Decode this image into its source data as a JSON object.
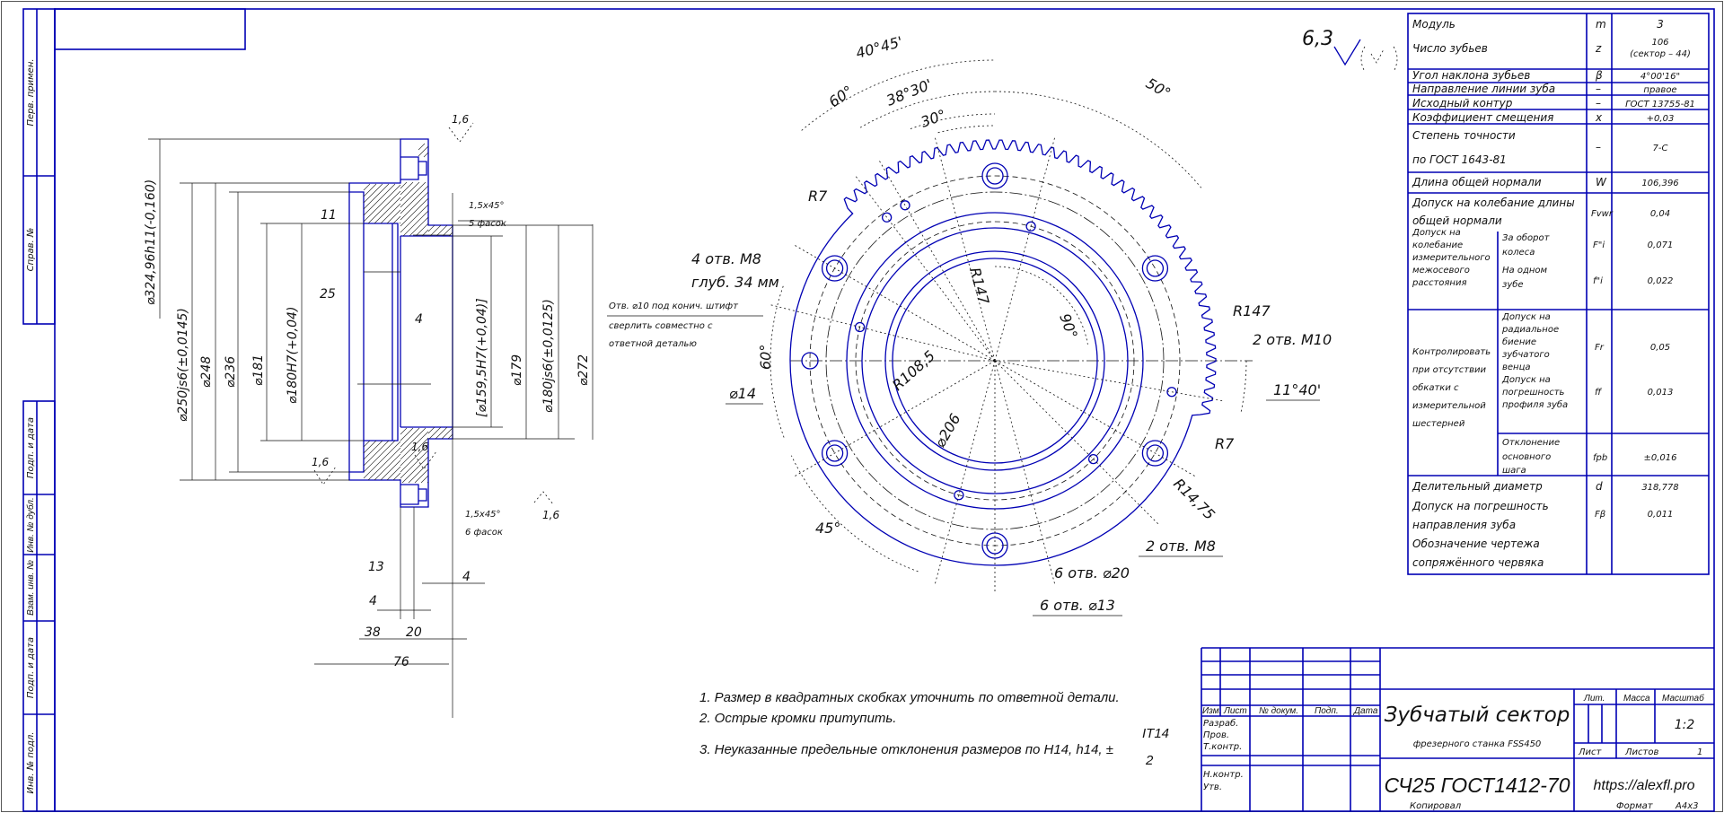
{
  "side_stamp": [
    "Перв. примен.",
    "Справ. №",
    "Подп. и дата",
    "Инв. № дубл.",
    "Взам. инв. №",
    "Подп. и дата",
    "Инв. № подл."
  ],
  "section_view": {
    "diameters": [
      "⌀324,96h11(-0,160)",
      "⌀250js6(±0,0145)",
      "⌀248",
      "⌀236",
      "⌀181",
      "⌀180H7(+0,04)",
      "[⌀159,5H7(+0,04)]",
      "⌀179",
      "⌀180js6(±0,0125)",
      "⌀272"
    ],
    "lengths": [
      "11",
      "25",
      "4",
      "13",
      "4",
      "4",
      "38",
      "20",
      "76"
    ],
    "chamfer_top": [
      "1,5x45°",
      "5 фасок"
    ],
    "chamfer_bottom": [
      "1,5x45°",
      "6 фасок"
    ],
    "roughness": [
      "1,6",
      "1,6",
      "1,6",
      "1,6"
    ]
  },
  "gear_view": {
    "angles": [
      "40°45'",
      "60°",
      "38°30'",
      "30°",
      "50°",
      "60°",
      "90°",
      "11°40'",
      "45°"
    ],
    "radii": [
      "R7",
      "R147",
      "R108,5",
      "⌀206",
      "R147",
      "R7",
      "R14,75",
      "⌀14"
    ],
    "callouts": {
      "m8_4": "4 отв. М8",
      "m8_4_depth": "глуб. 34 мм",
      "pin_line1": "Отв. ⌀10 под конич. штифт",
      "pin_line2": "сверлить совместно с",
      "pin_line3": "ответной деталью",
      "m10_2": "2 отв. М10",
      "m8_2": "2 отв. М8",
      "holes_20": "6 отв. ⌀20",
      "holes_13": "6 отв. ⌀13"
    }
  },
  "roughness_general": "6,3",
  "gear_table": {
    "rows": [
      {
        "name": "Модуль",
        "sym": "m",
        "val": "3"
      },
      {
        "name": "Число зубьев",
        "sym": "z",
        "val": "106",
        "val2": "(сектор – 44)"
      },
      {
        "name": "Угол наклона зубьев",
        "sym": "β",
        "val": "4°00'16\""
      },
      {
        "name": "Направление линии зуба",
        "sym": "–",
        "val": "правое"
      },
      {
        "name": "Исходный контур",
        "sym": "–",
        "val": "ГОСТ 13755-81"
      },
      {
        "name": "Коэффициент смещения",
        "sym": "x",
        "val": "+0,03"
      },
      {
        "name": "Степень точности",
        "name2": "по ГОСТ 1643-81",
        "sym": "–",
        "val": "7-С"
      },
      {
        "name": "Длина общей нормали",
        "sym": "W",
        "val": "106,396"
      }
    ],
    "fvw": {
      "name": "Допуск на колебание длины",
      "name2": "общей нормали",
      "sym": "Fvwr",
      "val": "0,04"
    },
    "center_dist": {
      "name": [
        "Допуск на",
        "колебание",
        "измерительного",
        "межосевого",
        "расстояния"
      ],
      "per_rev": [
        "За оборот",
        "колеса"
      ],
      "per_rev_sym": "F\"i",
      "per_rev_val": "0,071",
      "per_tooth": [
        "На одном",
        "зубе"
      ],
      "per_tooth_sym": "f\"i",
      "per_tooth_val": "0,022"
    },
    "control": {
      "name": [
        "Контролировать",
        "при отсутствии",
        "обкатки с",
        "измерительной",
        "шестерней"
      ],
      "runout": [
        "Допуск на",
        "радиальное",
        "биение",
        "зубчатого",
        "венца"
      ],
      "runout_sym": "Fr",
      "runout_val": "0,05",
      "profile": [
        "Допуск на",
        "погрешность",
        "профиля зуба"
      ],
      "profile_sym": "ff",
      "profile_val": "0,013",
      "pitch": [
        "Отклонение",
        "основного",
        "шага"
      ],
      "pitch_sym": "fpb",
      "pitch_val": "±0,016"
    },
    "tail": {
      "pitch_dia": "Делительный диаметр",
      "pitch_dia_sym": "d",
      "pitch_dia_val": "318,778",
      "helix": "Допуск на погрешность",
      "helix2": "направления зуба",
      "helix_sym": "Fβ",
      "helix_val": "0,011",
      "worm": "Обозначение чертежа",
      "worm2": "сопряжённого червяка"
    }
  },
  "notes": [
    "1. Размер в квадратных скобках уточнить по ответной детали.",
    "2. Острые кромки притупить.",
    "3. Неуказанные предельные отклонения размеров по H14, h14, ±"
  ],
  "notes_fraction": {
    "num": "IT14",
    "den": "2"
  },
  "title_block": {
    "headers": [
      "Изм.",
      "Лист",
      "№ докум.",
      "Подп.",
      "Дата"
    ],
    "roles": [
      "Разраб.",
      "Пров.",
      "Т.контр.",
      "Н.контр.",
      "Утв."
    ],
    "title": "Зубчатый сектор",
    "subtitle": "фрезерного станка FSS450",
    "material": "СЧ25 ГОСТ1412-70",
    "lit": "Лит.",
    "mass": "Масса",
    "scale_label": "Масштаб",
    "scale": "1:2",
    "sheet": "Лист",
    "sheets": "Листов",
    "sheets_count": "1",
    "site": "https://alexfl.pro",
    "copied": "Копировал",
    "format_label": "Формат",
    "format": "А4х3"
  }
}
